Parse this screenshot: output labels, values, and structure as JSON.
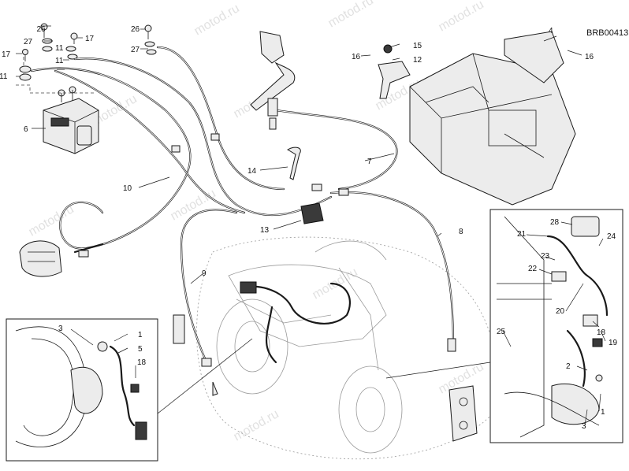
{
  "diagram": {
    "code": "BRB00413",
    "watermark": "motod.ru",
    "labels": {
      "n1a": "1",
      "n1b": "1",
      "n2": "2",
      "n3a": "3",
      "n3b": "3",
      "n4": "4",
      "n5": "5",
      "n6": "6",
      "n7": "7",
      "n8": "8",
      "n9": "9",
      "n10": "10",
      "n11a": "11",
      "n11b": "11",
      "n12": "12",
      "n13": "13",
      "n14": "14",
      "n15": "15",
      "n16a": "16",
      "n16b": "16",
      "n17a": "17",
      "n17b": "17",
      "n18a": "18",
      "n18b": "18",
      "n19": "19",
      "n20": "20",
      "n21": "21",
      "n22": "22",
      "n23": "23",
      "n24": "24",
      "n25": "25",
      "n26a": "26",
      "n26b": "26",
      "n27a": "27",
      "n27b": "27",
      "n28": "28"
    }
  }
}
